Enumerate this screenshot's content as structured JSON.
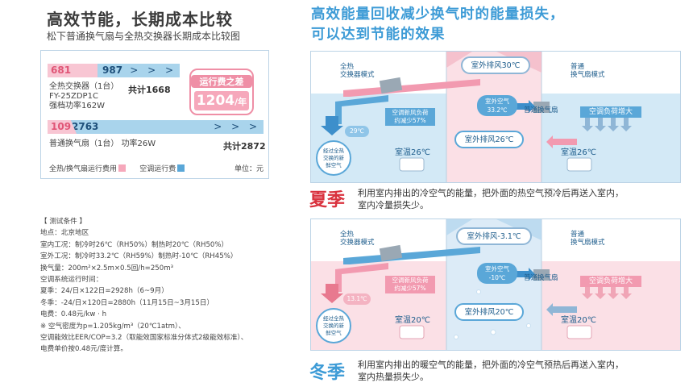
{
  "left": {
    "title": "高效节能，长期成本比较",
    "subtitle": "松下普通换气扇与全热交换器长期成本比较图",
    "erv": {
      "fan_cost": "681",
      "ac_cost": "987",
      "arrows": "> > >",
      "name": "全热交换器（1台）",
      "model": "FY-25ZDP1C",
      "power": "强档功率162W",
      "total": "共计1668"
    },
    "fan": {
      "fan_cost": "109",
      "ac_cost": "2763",
      "arrows": "> > >",
      "name": "普通换气扇（1台） 功率26W",
      "total": "共计2872"
    },
    "diff_label": "运行费之差",
    "diff_value": "1204",
    "diff_unit": "/年",
    "legend_fan": "全热/换气扇运行费用",
    "legend_ac": "空调运行费",
    "unit": "单位：元",
    "test_conditions": [
      "【 测试条件 】",
      "地点：北京地区",
      "室内工况：制冷时26℃（RH50%）制热时20℃（RH50%）",
      "室外工况：制冷时33.2℃（RH59%）制热时-10℃（RH45%）",
      "换气量：200m²×2.5m×0.5回/h=250m³",
      "空调系统运行时间：",
      "夏季：24/日×122日=2928h（6~9月）",
      "冬季：-24/日×120日=2880h（11月15日~3月15日）",
      "电费：0.48元/kw · h",
      "※ 空气密度为p=1.205kg/m³（20℃1atm）、",
      "   空调能效比EER/COP=3.2（取能效国家标准分体式2级能效标准）、",
      "   电费单价按0.48元/度计算。"
    ]
  },
  "right": {
    "title_line1": "高效能量回收减少换气时的能量损失，",
    "title_line2": "可以达到节能的效果",
    "summer": {
      "erv_mode": [
        "全热",
        "交换器模式"
      ],
      "fan_mode": [
        "普通",
        "换气扇模式"
      ],
      "outdoor_exhaust": "室外排风30℃",
      "outdoor_air": [
        "室外空气",
        "33.2℃"
      ],
      "ac_load_reduce": [
        "空调新风负荷",
        "约减少57%"
      ],
      "air_temp": "29℃",
      "fresh_air": [
        "经过全热",
        "交换的新",
        "鲜空气"
      ],
      "room_temp_left": "室温26℃",
      "fan_label": "普通换气扇",
      "ac_load_increase": "空调负荷增大",
      "indoor_exhaust": "室外排风26℃",
      "room_temp_right": "室温26℃",
      "season": "夏季",
      "desc_line1": "利用室内排出的冷空气的能量，把外面的热空气预冷后再送入室内，",
      "desc_line2": "室内冷量损失少。"
    },
    "winter": {
      "erv_mode": [
        "全热",
        "交换器模式"
      ],
      "fan_mode": [
        "普通",
        "换气扇模式"
      ],
      "outdoor_exhaust": "室外排风-3.1℃",
      "outdoor_air": [
        "室外空气",
        "-10℃"
      ],
      "ac_load_reduce": [
        "空调新风负荷",
        "约减少57%"
      ],
      "air_temp": "13.1℃",
      "fresh_air": [
        "经过全热",
        "交换的新",
        "鲜空气"
      ],
      "room_temp_left": "室温20℃",
      "fan_label": "普通换气扇",
      "ac_load_increase": "空调负荷增大",
      "indoor_exhaust": "室外排风20℃",
      "room_temp_right": "室温20℃",
      "season": "冬季",
      "desc_line1": "利用室内排出的暖空气的能量，把外面的冷空气预热后再送入室内，",
      "desc_line2": "室内热量损失少。"
    },
    "colors": {
      "summer_accent": "#d9323e",
      "winter_accent": "#3d9bd6"
    }
  }
}
